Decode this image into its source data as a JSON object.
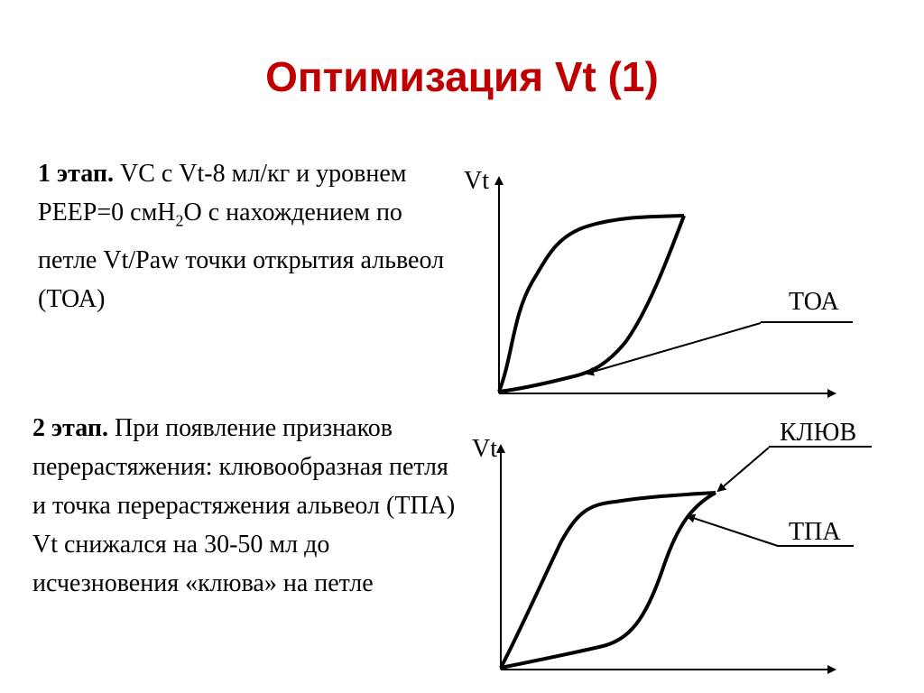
{
  "title": "Оптимизация Vt (1)",
  "step1": {
    "lead": "1 этап.",
    "text_a": " VC с Vt-8 мл/кг и уровнем PEEP=0 смH",
    "sub": "2",
    "text_b": "O с нахождением по петле Vt/Paw точки открытия альвеол (ТОА)"
  },
  "step2": {
    "lead": "2 этап.",
    "text": " При появление признаков перерастяжения: клювообразная петля и точка перерастяжения альвеол (ТПА) Vt снижался на 30-50 мл до исчезновения «клюва» на петле"
  },
  "diagram1": {
    "axis_label": "Vt",
    "callout": "ТОА"
  },
  "diagram2": {
    "axis_label": "Vt",
    "callout_beak": "КЛЮВ",
    "callout_tpa": "ТПА"
  },
  "colors": {
    "title": "#c00000",
    "text": "#000000"
  }
}
